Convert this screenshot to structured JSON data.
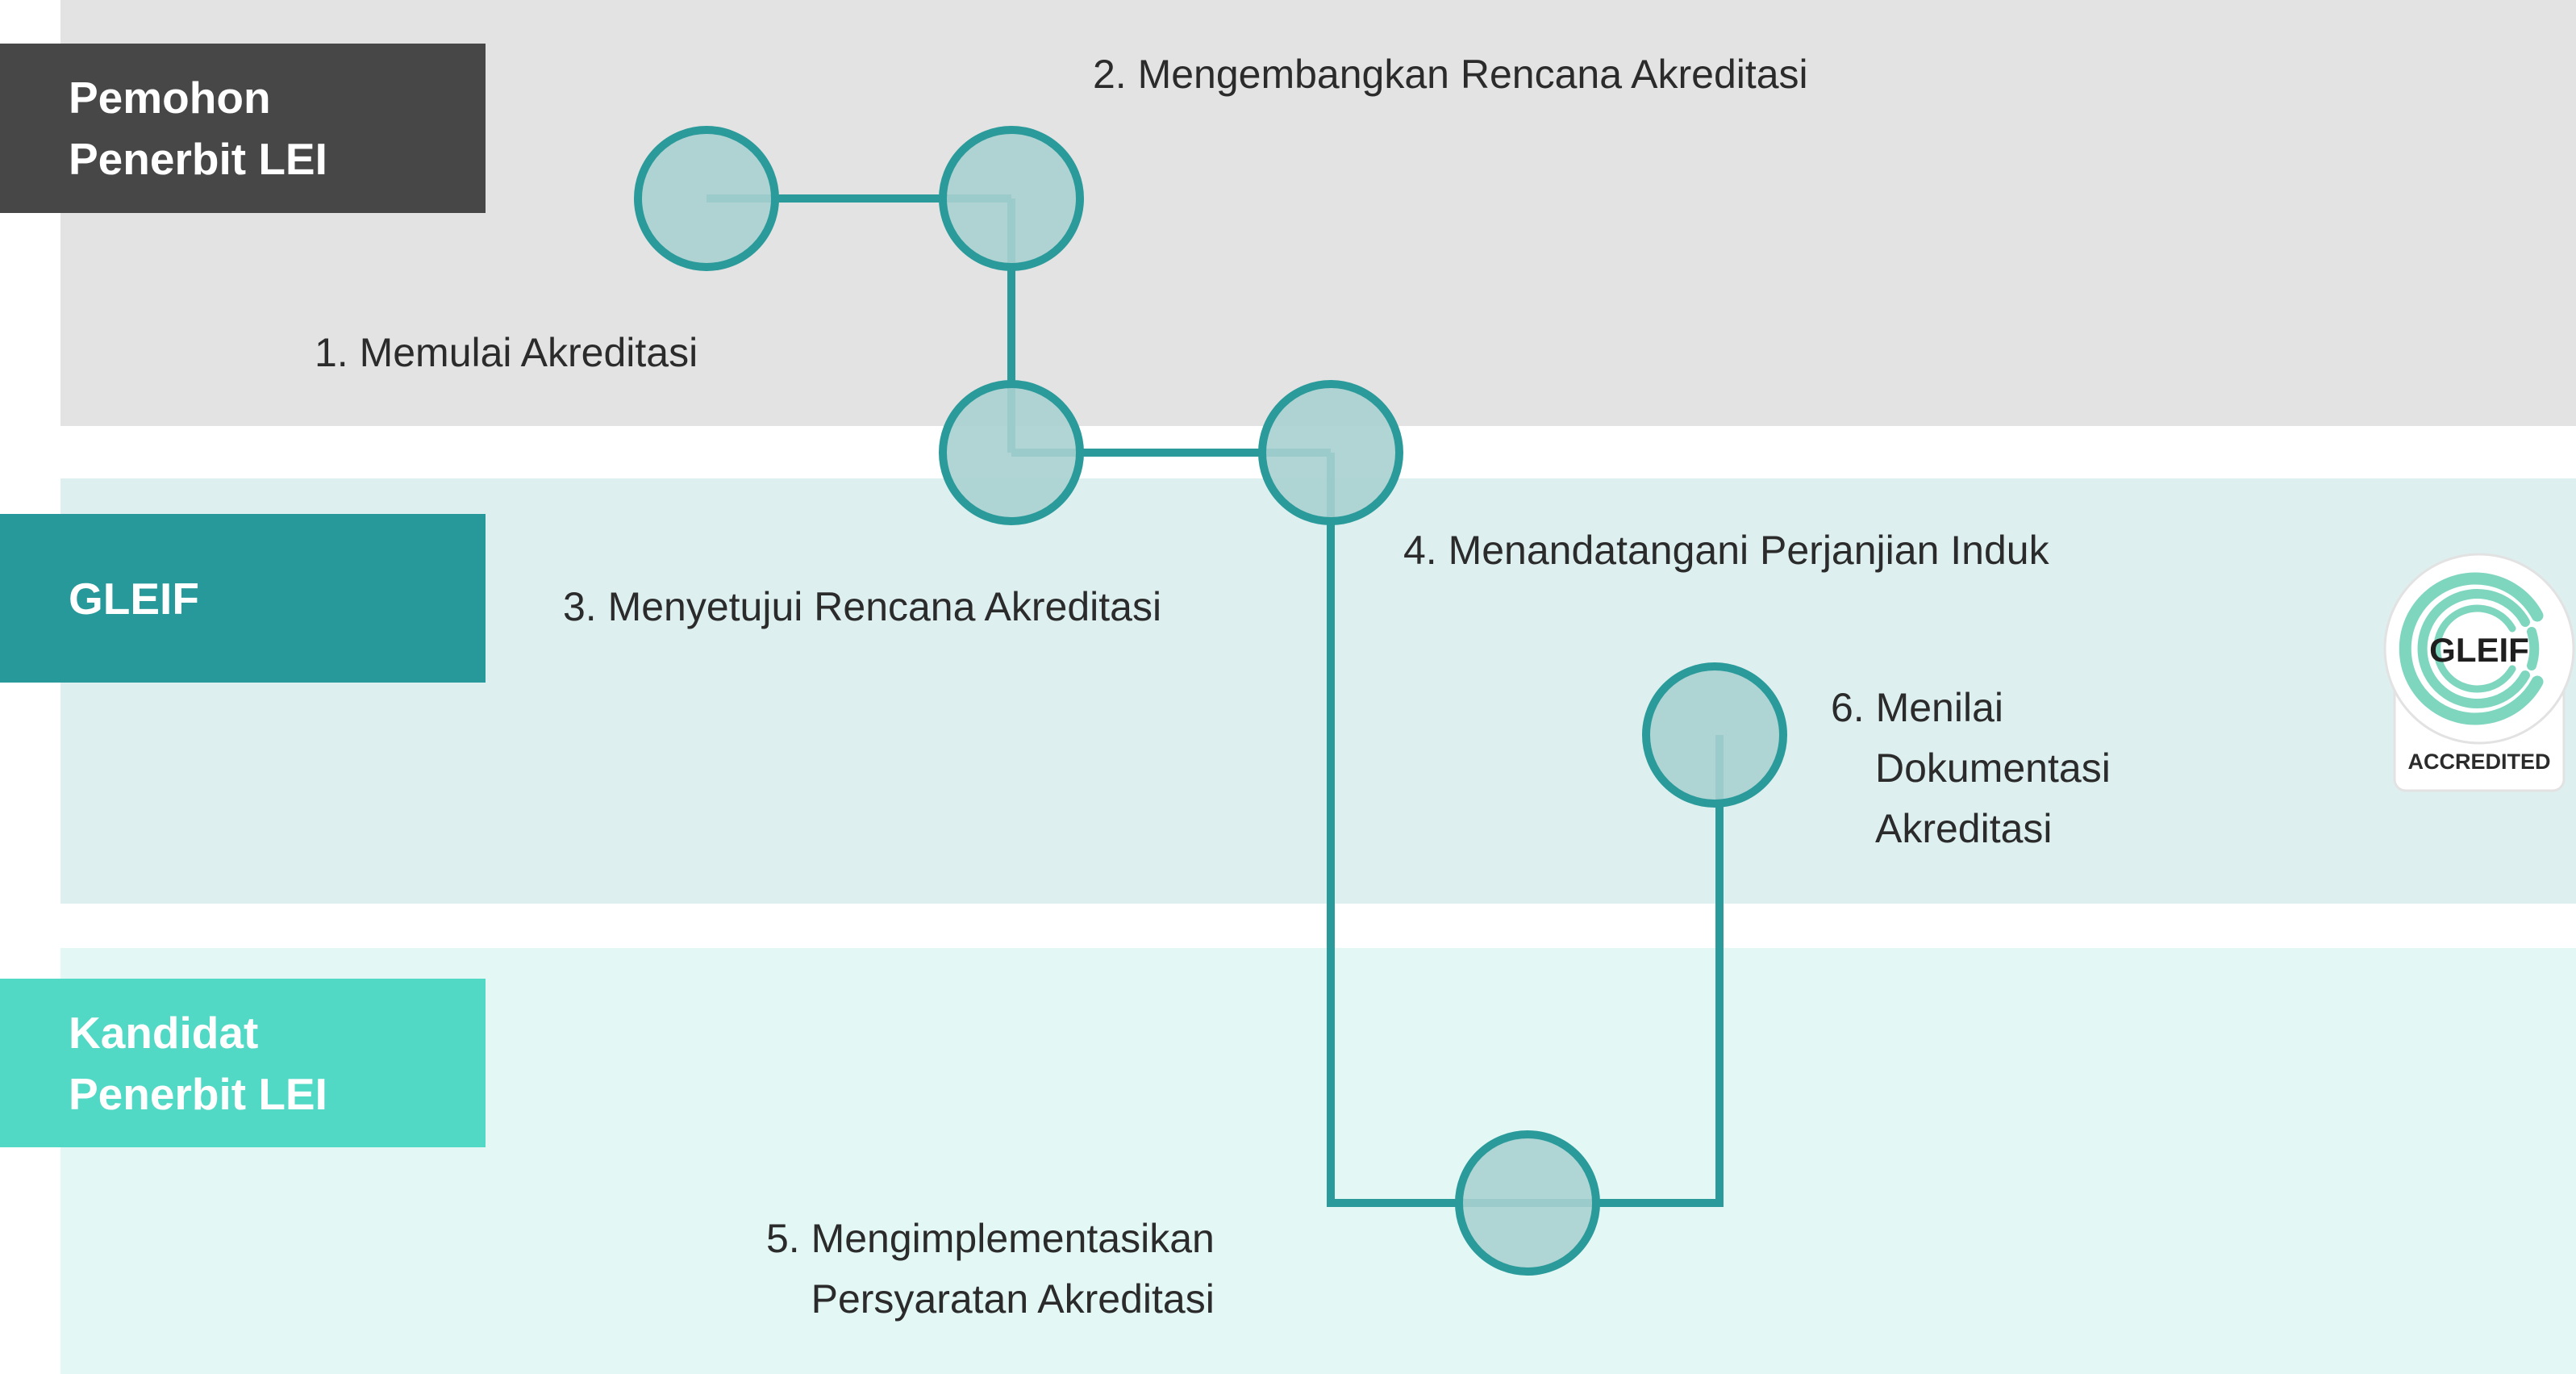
{
  "colors": {
    "band_applicant": "#e3e3e3",
    "band_gleif": "#ddefef",
    "band_candidate": "#e3f7f5",
    "label_applicant": "#474747",
    "label_gleif": "#28999a",
    "label_candidate": "#52d9c6",
    "connector": "#2a9a9a",
    "node_fill": "#a9d0d0",
    "node_stroke": "#2a9a9a"
  },
  "lanes": [
    {
      "id": "applicant",
      "lines": [
        "Pemohon",
        "Penerbit LEI"
      ]
    },
    {
      "id": "gleif",
      "lines": [
        "GLEIF"
      ]
    },
    {
      "id": "candidate",
      "lines": [
        "Kandidat",
        "Penerbit LEI"
      ]
    }
  ],
  "steps": [
    {
      "id": 1,
      "lane": "applicant",
      "lines": [
        "1. Memulai Akreditasi"
      ]
    },
    {
      "id": 2,
      "lane": "applicant",
      "lines": [
        "2. Mengembangkan Rencana Akreditasi"
      ]
    },
    {
      "id": 3,
      "lane": "gleif",
      "lines": [
        "3. Menyetujui Rencana Akreditasi"
      ]
    },
    {
      "id": 4,
      "lane": "gleif",
      "lines": [
        "4. Menandatangani Perjanjian Induk"
      ]
    },
    {
      "id": 5,
      "lane": "candidate",
      "lines": [
        "5. Mengimplementasikan",
        "Persyaratan Akreditasi"
      ]
    },
    {
      "id": 6,
      "lane": "gleif",
      "lines": [
        "6. Menilai",
        "Dokumentasi",
        "Akreditasi"
      ]
    }
  ],
  "badge": {
    "name": "GLEIF",
    "status": "ACCREDITED"
  }
}
